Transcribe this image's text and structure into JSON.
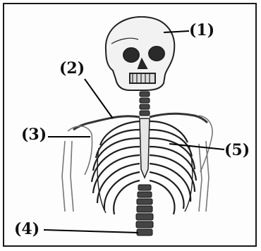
{
  "labels": [
    "(1)",
    "(2)",
    "(3)",
    "(4)",
    "(5)"
  ]
}
